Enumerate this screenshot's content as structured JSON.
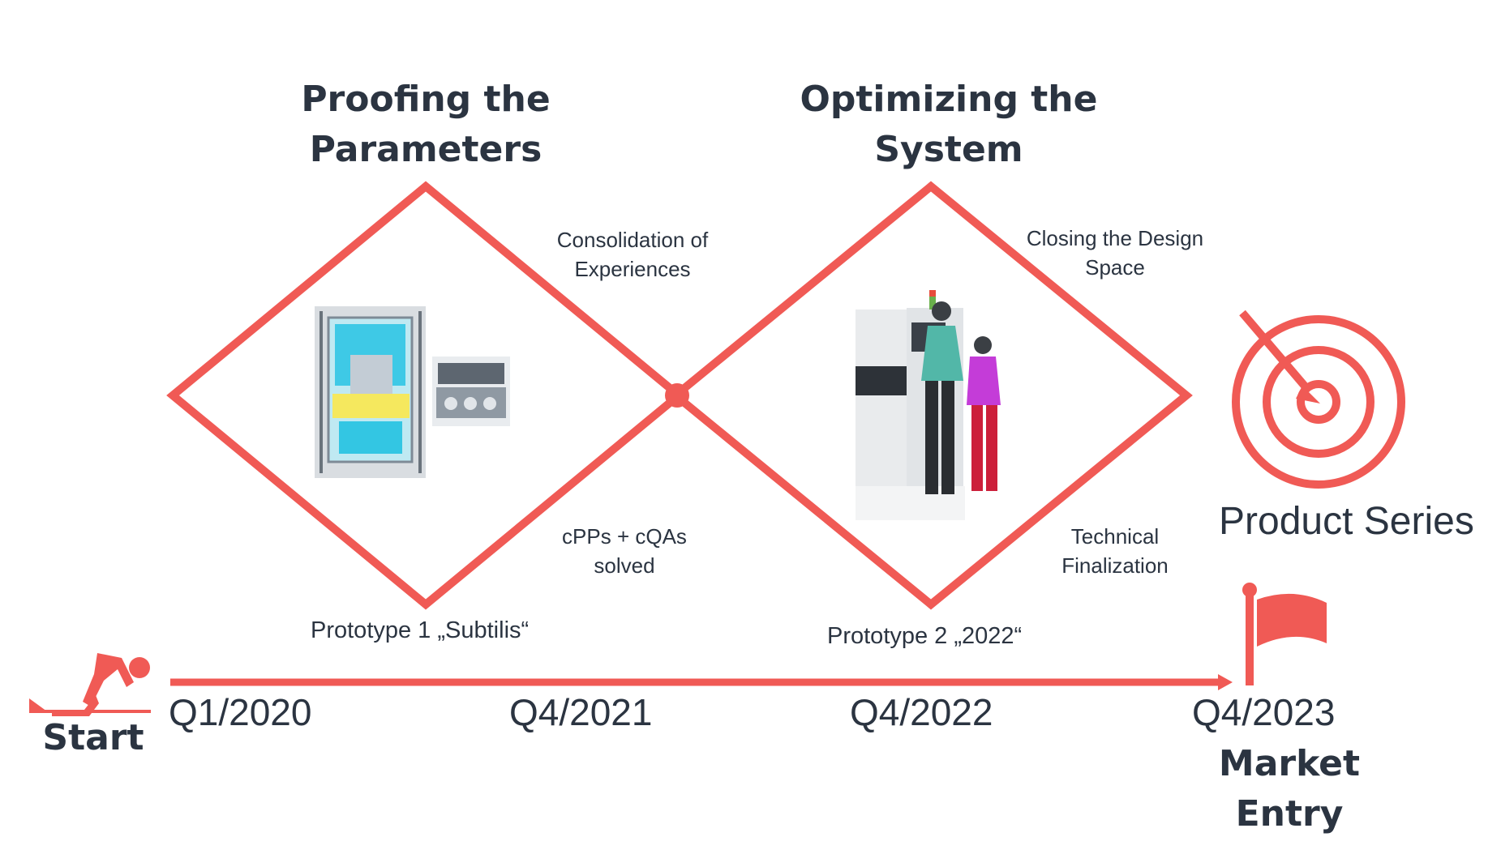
{
  "phases": [
    {
      "title": "Proofing the\nParameters",
      "note_top": "Consolidation of\nExperiences",
      "note_bottom": "cPPs + cQAs\nsolved",
      "prototype": "Prototype 1 „Subtilis“"
    },
    {
      "title": "Optimizing the\nSystem",
      "note_top": "Closing the Design\nSpace",
      "note_bottom": "Technical\nFinalization",
      "prototype": "Prototype 2 „2022“"
    }
  ],
  "timeline": {
    "start_label": "Start",
    "dates": [
      "Q1/2020",
      "Q4/2021",
      "Q4/2022",
      "Q4/2023"
    ],
    "end_label": "Market\nEntry"
  },
  "goal_label": "Product Series",
  "icons": {
    "start": "runner-start-icon",
    "goal": "target-arrow-icon",
    "end": "flag-icon"
  },
  "colors": {
    "accent": "#f05a55",
    "text": "#2b3441"
  }
}
